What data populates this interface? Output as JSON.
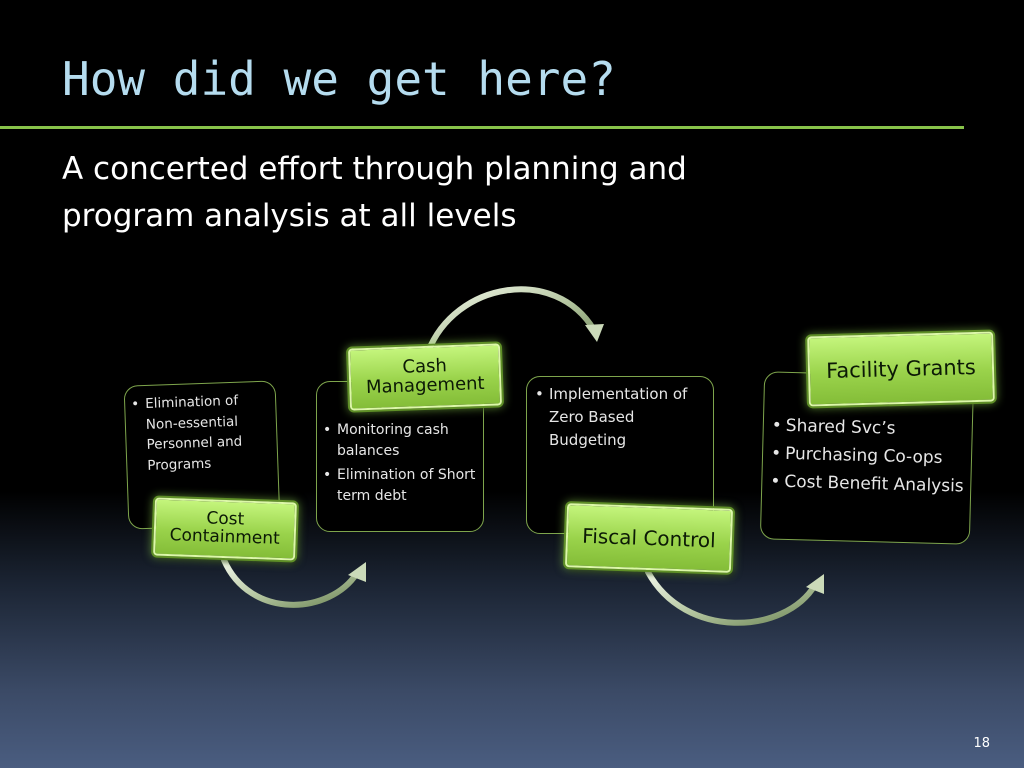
{
  "slide": {
    "title": "How did we get here?",
    "subtitle": "A concerted effort through planning and program analysis at all levels",
    "page_number": "18"
  },
  "stages": [
    {
      "label": "Cost Containment",
      "label_lines": [
        "Cost",
        "Containment"
      ],
      "bullets": [
        "Elimination of Non-essential Personnel and Programs"
      ]
    },
    {
      "label": "Cash Management",
      "label_lines": [
        "Cash",
        "Management"
      ],
      "bullets": [
        "Monitoring cash balances",
        "Elimination of Short term debt"
      ]
    },
    {
      "label": "Fiscal Control",
      "label_lines": [
        "Fiscal Control"
      ],
      "bullets": [
        "Implementation of Zero Based Budgeting"
      ]
    },
    {
      "label": "Facility Grants",
      "label_lines": [
        "Facility Grants"
      ],
      "bullets": [
        "Shared Svc’s",
        "Purchasing Co-ops",
        "Cost Benefit Analysis"
      ]
    }
  ],
  "colors": {
    "background": "#000000",
    "gradient_bottom": "#4a5d80",
    "title": "#b5dcef",
    "rule": "#88c34a",
    "label_fill": "#9ad34b",
    "box_border": "#7ea54c",
    "arrow": "#c9d9b8"
  }
}
